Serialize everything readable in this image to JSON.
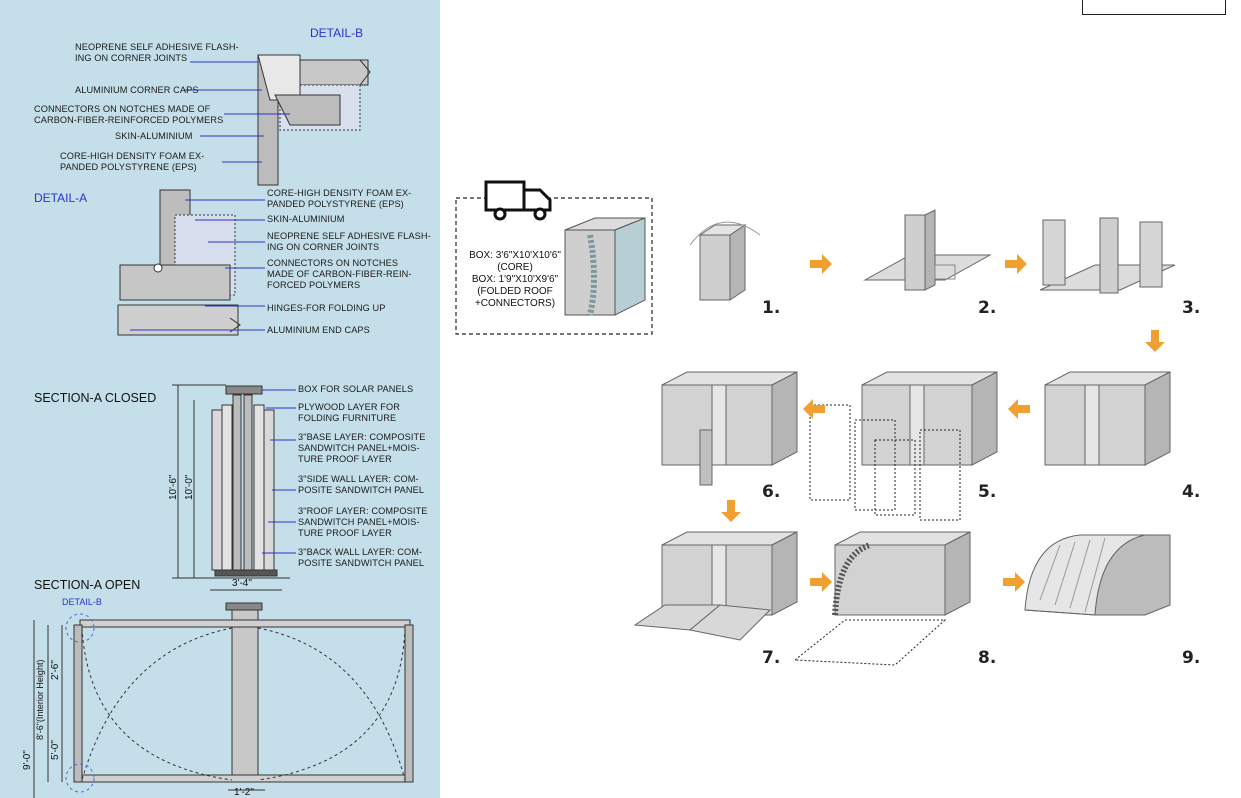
{
  "detail_b": {
    "title": "DETAIL-B",
    "labels": [
      "NEOPRENE SELF ADHESIVE FLASH-\nING ON CORNER JOINTS",
      "ALUMINIUM CORNER CAPS",
      "CONNECTORS ON NOTCHES MADE OF\nCARBON-FIBER-REINFORCED POLYMERS",
      "SKIN-ALUMINIUM",
      "CORE-HIGH DENSITY FOAM EX-\nPANDED POLYSTYRENE (EPS)"
    ]
  },
  "detail_a": {
    "title": "DETAIL-A",
    "labels": [
      "CORE-HIGH DENSITY FOAM EX-\nPANDED POLYSTYRENE (EPS)",
      "SKIN-ALUMINIUM",
      "NEOPRENE SELF ADHESIVE FLASH-\nING ON CORNER JOINTS",
      "CONNECTORS ON NOTCHES\nMADE OF CARBON-FIBER-REIN-\nFORCED POLYMERS",
      "HINGES-FOR FOLDING UP",
      "ALUMINIUM END CAPS"
    ]
  },
  "section_closed": {
    "title": "SECTION-A CLOSED",
    "labels": [
      "BOX FOR SOLAR PANELS",
      "PLYWOOD LAYER FOR\nFOLDING FURNITURE",
      "3\"BASE LAYER: COMPOSITE\nSANDWITCH PANEL+MOIS-\nTURE PROOF LAYER",
      "3\"SIDE WALL LAYER: COM-\nPOSITE SANDWITCH PANEL",
      "3\"ROOF LAYER: COMPOSITE\nSANDWITCH PANEL+MOIS-\nTURE PROOF LAYER",
      "3\"BACK WALL LAYER: COM-\nPOSITE SANDWITCH PANEL"
    ],
    "dims": {
      "overall": "10'-6\"",
      "inner": "10'-0\"",
      "width": "3'-4\""
    }
  },
  "section_open": {
    "title": "SECTION-A OPEN",
    "detail_ref": "DETAIL-B",
    "dims": {
      "overall": "9'-0\"",
      "interior": "8'-6\"(Interior Height)",
      "upper": "2'-6\"",
      "lower": "5'-0\"",
      "core": "1'-2\""
    }
  },
  "shipping": {
    "icon": "truck-icon",
    "lines": [
      "BOX: 3'6\"X10'X10'6\"",
      "(CORE)",
      "BOX: 1'9\"X10'X9'6\"",
      "(FOLDED ROOF",
      "+CONNECTORS)"
    ]
  },
  "steps": [
    "1.",
    "2.",
    "3.",
    "4.",
    "5.",
    "6.",
    "7.",
    "8.",
    "9."
  ],
  "colors": {
    "panel_bg": "#c4dfe9",
    "leader": "#2c33c8",
    "arrow": "#f0a030",
    "module": "#cfcfcf",
    "module_dark": "#a9a9a9",
    "connector_dot": "#2c33c8"
  }
}
